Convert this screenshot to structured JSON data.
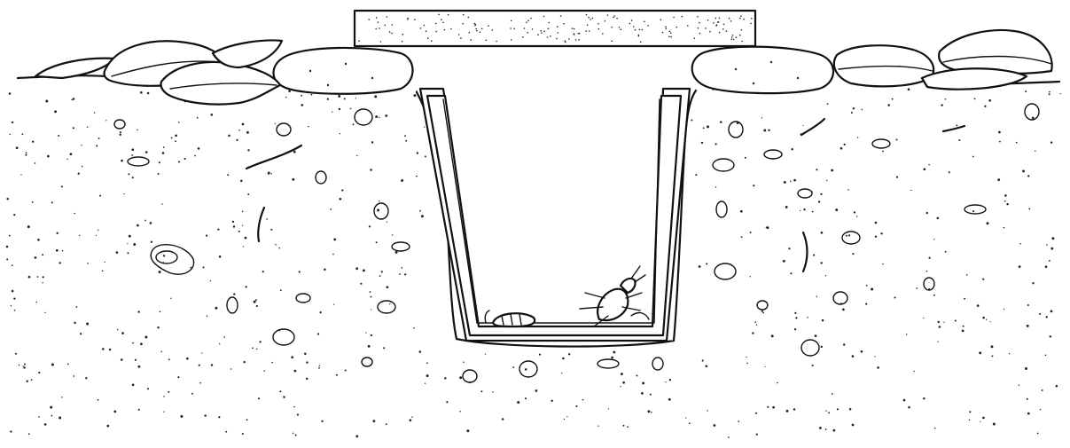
{
  "figure": {
    "subject": "pitfall-trap-cross-section",
    "ink_color": "#111111",
    "paper_color": "#ffffff",
    "parts": [
      {
        "id": "cover-board",
        "icon": "board-icon"
      },
      {
        "id": "left-stone",
        "icon": "stone-icon"
      },
      {
        "id": "right-stone",
        "icon": "stone-icon"
      },
      {
        "id": "outer-cup",
        "icon": "cup-icon"
      },
      {
        "id": "inner-cup",
        "icon": "cup-icon"
      },
      {
        "id": "beetle",
        "icon": "beetle-icon"
      },
      {
        "id": "larva",
        "icon": "larva-icon"
      },
      {
        "id": "leaf-litter",
        "icon": "leaf-icon"
      },
      {
        "id": "soil",
        "icon": "soil-icon"
      },
      {
        "id": "earthworm",
        "icon": "worm-icon"
      }
    ]
  }
}
